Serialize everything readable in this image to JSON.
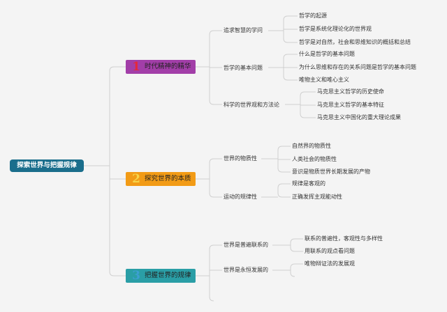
{
  "root": "探索世界与把握规律",
  "branches": [
    {
      "num": "1",
      "label": "时代精神的精华",
      "subs": [
        {
          "label": "追求智慧的学问",
          "leaves": [
            "哲学的起源",
            "哲学是系统化理论化的世界观",
            "哲学是对自然，社会和思维知识的概括和总结"
          ]
        },
        {
          "label": "哲学的基本问题",
          "leaves": [
            "什么是哲学的基本问题",
            "为什么思维和存在的关系问题是哲学的基本问题",
            "唯物主义和唯心主义"
          ]
        },
        {
          "label": "科学的世界观和方法论",
          "leaves": [
            "马克思主义哲学的历史使命",
            "马克思主义哲学的基本特征",
            "马克思主义中国化的重大理论成果"
          ]
        }
      ]
    },
    {
      "num": "2",
      "label": "探究世界的本质",
      "subs": [
        {
          "label": "世界的物质性",
          "leaves": [
            "自然界的物质性",
            "人类社会的物质性",
            "意识是物质世界长期发展的产物"
          ]
        },
        {
          "label": "运动的规律性",
          "leaves": [
            "规律是客观的",
            "正确发挥主观能动性"
          ]
        }
      ]
    },
    {
      "num": "3",
      "label": "把握世界的规律",
      "subs": [
        {
          "label": "世界是普遍联系的",
          "leaves": [
            "联系的普遍性，客观性与多样性",
            "用联系的观点看问题"
          ]
        },
        {
          "label": "世界是永恒发展的",
          "leaves": [
            "唯物辩证法的发展观"
          ]
        }
      ]
    }
  ]
}
